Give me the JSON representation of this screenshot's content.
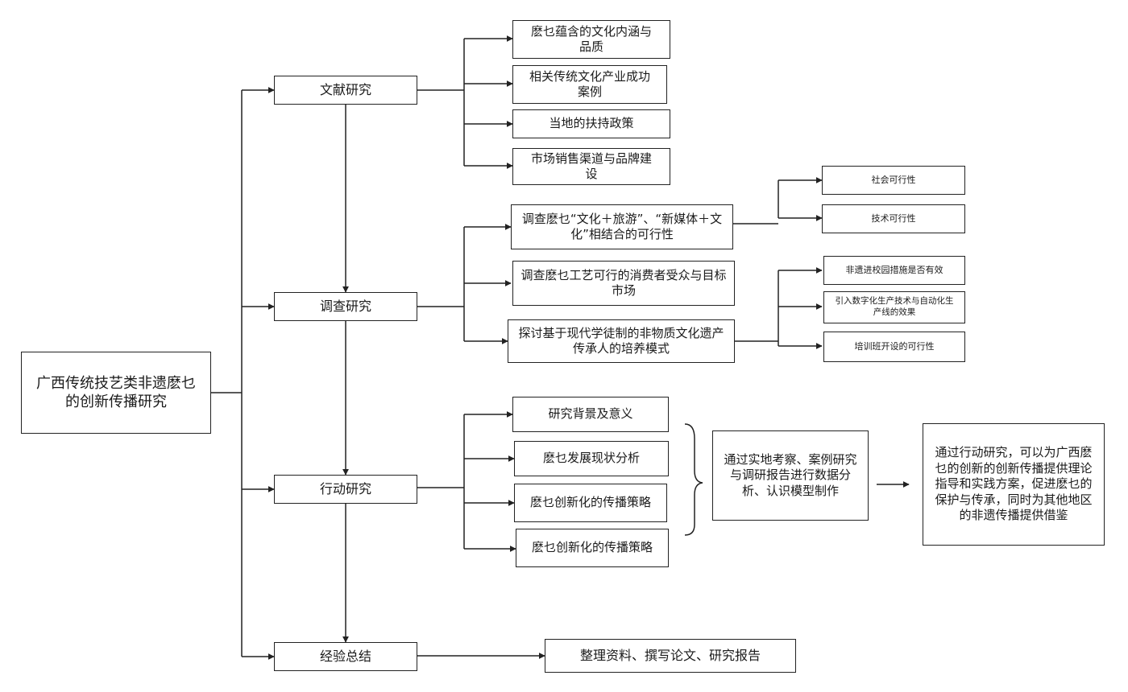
{
  "nodes": {
    "root": "广西传统技艺类非遗麽乜的创新传播研究",
    "literature": "文献研究",
    "survey": "调查研究",
    "action": "行动研究",
    "summary": "经验总结",
    "lit_1": "麽乜蕴含的文化内涵与品质",
    "lit_2": "相关传统文化产业成功案例",
    "lit_3": "当地的扶持政策",
    "lit_4": "市场销售渠道与品牌建设",
    "sur_1": "调查麽乜“文化＋旅游”、“新媒体＋文化”相结合的可行性",
    "sur_2": "调查麽乜工艺可行的消费者受众与目标市场",
    "sur_3": "探讨基于现代学徒制的非物质文化遗产传承人的培养模式",
    "sur_1a": "社会可行性",
    "sur_1b": "技术可行性",
    "sur_3a": "非遗进校园措施是否有效",
    "sur_3b": "引入数字化生产技术与自动化生产线的效果",
    "sur_3c": "培训班开设的可行性",
    "act_1": "研究背景及意义",
    "act_2": "麽乜发展现状分析",
    "act_3": "麽乜创新化的传播策略",
    "act_4": "麽乜创新化的传播策略",
    "act_method": "通过实地考察、案例研究与调研报告进行数据分析、认识模型制作",
    "act_result": "通过行动研究，可以为广西麽乜的创新的创新传播提供理论指导和实践方案，促进麽乜的保护与传承，同时为其他地区的非遗传播提供借鉴",
    "sum_1": "整理资料、撰写论文、研究报告"
  }
}
